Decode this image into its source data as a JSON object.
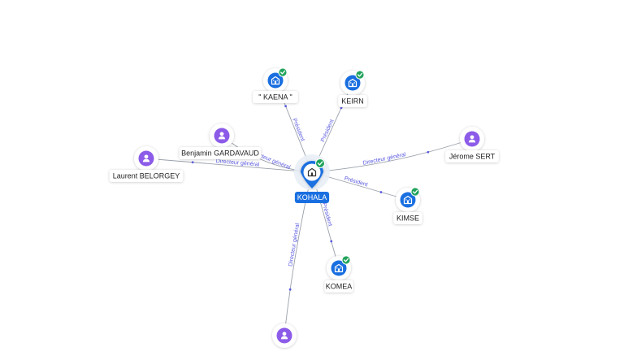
{
  "colors": {
    "company": "#1a6fe0",
    "person": "#8c5be8",
    "verified": "#21a35c",
    "edge": "#9aa0aa",
    "edge_label": "#5a5adf",
    "center_label_bg": "#1a6fe0"
  },
  "center": {
    "label": "KOHALA",
    "icon": "building-icon",
    "verified": true
  },
  "nodes": [
    {
      "id": "kaena",
      "label": "\" KAENA \"",
      "kind": "company",
      "icon": "building-icon",
      "verified": true,
      "relation": "Président"
    },
    {
      "id": "keirn",
      "label": "KEIRN",
      "kind": "company",
      "icon": "building-icon",
      "verified": true,
      "relation": "Président"
    },
    {
      "id": "benjamin",
      "label": "Benjamin GARDAVAUD",
      "kind": "person",
      "icon": "person-icon",
      "verified": false,
      "relation": "Directeur général"
    },
    {
      "id": "laurent",
      "label": "Laurent BELORGEY",
      "kind": "person",
      "icon": "person-icon",
      "verified": false,
      "relation": "Directeur général"
    },
    {
      "id": "jerome",
      "label": "Jérome SERT",
      "kind": "person",
      "icon": "person-icon",
      "verified": false,
      "relation": "Directeur général"
    },
    {
      "id": "kimse",
      "label": "KIMSE",
      "kind": "company",
      "icon": "building-icon",
      "verified": true,
      "relation": "Président"
    },
    {
      "id": "komea",
      "label": "KOMEA",
      "kind": "company",
      "icon": "building-icon",
      "verified": true,
      "relation": "Président"
    },
    {
      "id": "bottom",
      "label": "",
      "kind": "person",
      "icon": "person-icon",
      "verified": false,
      "relation": "Directeur général"
    }
  ]
}
